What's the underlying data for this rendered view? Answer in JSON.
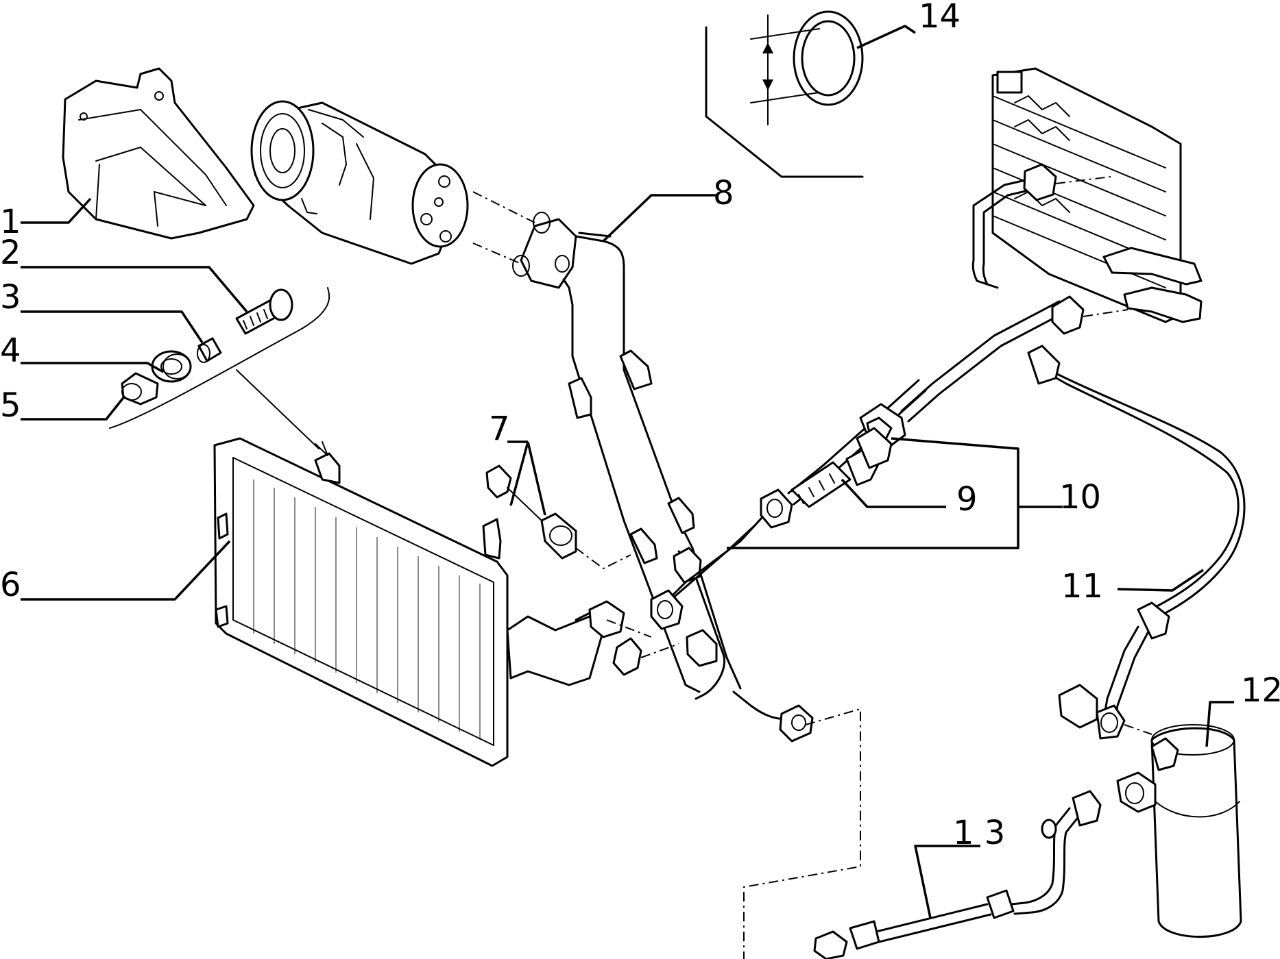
{
  "callouts": [
    {
      "id": "1",
      "label": "1"
    },
    {
      "id": "2",
      "label": "2"
    },
    {
      "id": "3",
      "label": "3"
    },
    {
      "id": "4",
      "label": "4"
    },
    {
      "id": "5",
      "label": "5"
    },
    {
      "id": "6",
      "label": "6"
    },
    {
      "id": "7",
      "label": "7"
    },
    {
      "id": "8",
      "label": "8"
    },
    {
      "id": "9",
      "label": "9"
    },
    {
      "id": "10",
      "label": "10"
    },
    {
      "id": "11",
      "label": "11"
    },
    {
      "id": "12",
      "label": "12"
    },
    {
      "id": "13",
      "label": "1 3"
    },
    {
      "id": "14",
      "label": "14"
    }
  ]
}
